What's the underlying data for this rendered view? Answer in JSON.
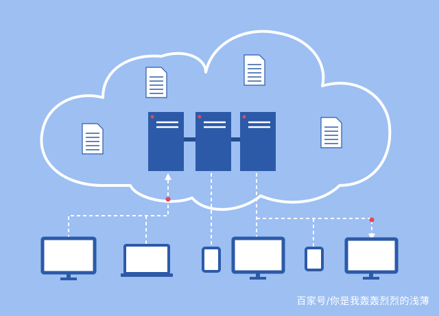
{
  "diagram": {
    "colors": {
      "background": "#9dbff2",
      "cloud_stroke": "#ffffff",
      "server_fill": "#2c5aa8",
      "server_dark": "#244d92",
      "device_stroke": "#2c5aa8",
      "screen_fill": "#ffffff",
      "dashed_line": "#ffffff",
      "accent_dot": "#e04a5a",
      "document_fill": "#ffffff",
      "document_line": "#2c5aa8"
    },
    "servers": [
      "server",
      "server",
      "server"
    ],
    "documents": [
      "document",
      "document",
      "document",
      "document"
    ],
    "devices": [
      "desktop-monitor",
      "laptop",
      "phone",
      "desktop-monitor",
      "phone",
      "desktop-monitor"
    ]
  },
  "watermark": {
    "text": "百家号/你是我轰轰烈烈的浅薄"
  }
}
